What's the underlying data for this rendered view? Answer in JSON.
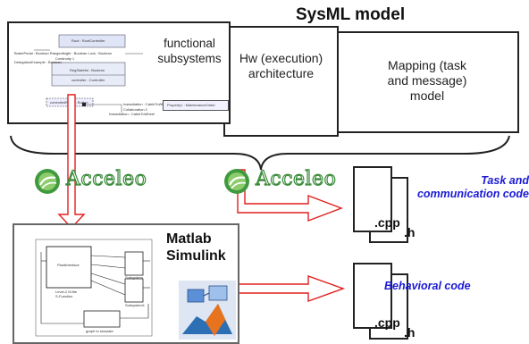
{
  "sysml": {
    "title": "SysML model",
    "functional": "functional\nsubsystems",
    "hw": "Hw (execution)\narchitecture",
    "mapping": "Mapping  (task\nand message)\nmodel"
  },
  "uml_snippet": {
    "root": "Root : RootController",
    "regulator": "controller : Controller",
    "stateful": "RegStateful : Boolean",
    "inputs1": "BrakePedal : Boolean   Rangeofsight : Boolean      Lock : Boolean",
    "inputs2": "DelegationExample : Boolean",
    "ref": "Continuity 1",
    "port": "controlledRaise : Button",
    "property": "Property1 : MaintenanceOrder",
    "inst1": "Instantiation : CableToWheel",
    "inst2": "Instantiation : CableToWheel",
    "inst3": "Collaboration 2"
  },
  "acceleo": {
    "left": "Acceleo",
    "right": "Acceleo"
  },
  "simulink": {
    "title": "Matlab\nSimulink",
    "subsys_main": "PlantInterface",
    "subsys_label": "Level-2 M-file\nS-Function",
    "subsys1": "Subsystem",
    "subsys2": "Subsystem1",
    "bottom": "graph to simulate"
  },
  "outputs": {
    "task_label": "Task and\ncommunication code",
    "behavioral_label": "Behavioral code",
    "cpp1": ".cpp",
    "h1": ".h",
    "cpp2": ".cpp",
    "h2": ".h"
  },
  "colors": {
    "arrow": "#e01f1f",
    "code_label": "#1a1ad6",
    "acceleo_green": "#3a8a3a"
  }
}
